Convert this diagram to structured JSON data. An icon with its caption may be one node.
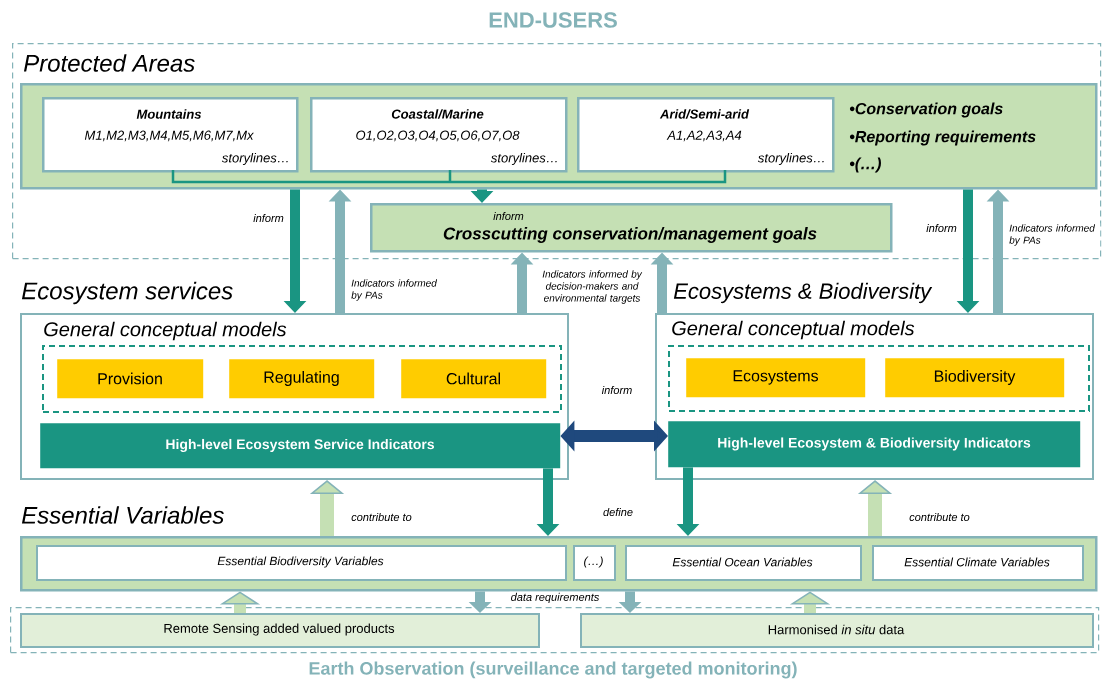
{
  "diagram": {
    "nodes": [
      {
        "text": [
          "END-USERS"
        ]
      },
      {
        "text": [
          "Protected Areas",
          "•Conservation goals",
          "•Reporting requirements",
          "•(…)"
        ],
        "in": 0
      },
      {
        "text": [
          "Mountains",
          "M1,M2,M3,M4,M5,M6,M7,Mx",
          "storylines…"
        ],
        "in": 1
      },
      {
        "text": [
          "Coastal/Marine",
          "O1,O2,O3,O4,O5,O6,O7,O8",
          "storylines…"
        ],
        "in": 1
      },
      {
        "text": [
          "Arid/Semi-arid",
          "A1,A2,A3,A4",
          "storylines…"
        ],
        "in": 1
      },
      {
        "text": [
          "Crosscutting conservation/management goals"
        ],
        "in": 0
      },
      {
        "text": [
          "Ecosystem services"
        ]
      },
      {
        "text": [
          "General conceptual models"
        ],
        "in": 6
      },
      {
        "text": [
          "Provision"
        ],
        "in": 7
      },
      {
        "text": [
          "Regulating"
        ],
        "in": 7
      },
      {
        "text": [
          "Cultural"
        ],
        "in": 7
      },
      {
        "text": [
          "High-level Ecosystem Service Indicators"
        ],
        "in": 6
      },
      {
        "text": [
          "Ecosystems & Biodiversity"
        ]
      },
      {
        "text": [
          "General conceptual models"
        ],
        "in": 12
      },
      {
        "text": [
          "Ecosystems"
        ],
        "in": 13
      },
      {
        "text": [
          "Biodiversity"
        ],
        "in": 13
      },
      {
        "text": [
          "High-level Ecosystem & Biodiversity Indicators"
        ],
        "in": 12
      },
      {
        "text": [
          "Essential Variables"
        ]
      },
      {
        "text": [
          "Essential Biodiversity Variables"
        ],
        "in": 17
      },
      {
        "text": [
          "(…)"
        ],
        "in": 17
      },
      {
        "text": [
          "Essential Ocean Variables"
        ],
        "in": 17
      },
      {
        "text": [
          "Essential Climate Variables"
        ],
        "in": 17
      },
      {
        "text": [
          "Earth Observation (surveillance and targeted monitoring)"
        ]
      },
      {
        "text": [
          "Remote Sensing added valued products"
        ],
        "in": 22
      },
      {
        "text": [
          "Harmonised *in situ* data"
        ],
        "in": 22
      }
    ],
    "edges": [
      {
        "from": 1,
        "to": 6,
        "arrow": "to",
        "label": "inform",
        "color": "#1a9582"
      },
      {
        "from": 6,
        "to": 1,
        "arrow": "to",
        "label": "Indicators informed by PAs"
      },
      {
        "from": 1,
        "to": 5,
        "arrow": "to",
        "label": "inform",
        "color": "#1a9582"
      },
      {
        "from": 6,
        "to": 5,
        "arrow": "to"
      },
      {
        "from": 12,
        "to": 5,
        "arrow": "to",
        "label": "Indicators informed by decision-makers and environmental targets"
      },
      {
        "from": 1,
        "to": 12,
        "arrow": "to",
        "label": "inform",
        "color": "#1a9582"
      },
      {
        "from": 12,
        "to": 1,
        "arrow": "to",
        "label": "Indicators informed by PAs"
      },
      {
        "from": 11,
        "to": 16,
        "arrow": "both",
        "label": "inform",
        "color": "#1f497d"
      },
      {
        "from": 11,
        "to": 17,
        "arrow": "to",
        "color": "#1a9582"
      },
      {
        "from": 16,
        "to": 17,
        "arrow": "to",
        "label": "define",
        "color": "#1a9582"
      },
      {
        "from": 17,
        "to": 6,
        "arrow": "to",
        "label": "contribute to",
        "color": "#c5e0b4"
      },
      {
        "from": 17,
        "to": 12,
        "arrow": "to",
        "label": "contribute to",
        "color": "#c5e0b4"
      },
      {
        "from": 17,
        "to": 23,
        "arrow": "to",
        "label": "data requirements"
      },
      {
        "from": 17,
        "to": 24,
        "arrow": "to"
      },
      {
        "from": 23,
        "to": 17,
        "arrow": "to",
        "color": "#c5e0b4"
      },
      {
        "from": 24,
        "to": 17,
        "arrow": "to",
        "color": "#c5e0b4"
      }
    ]
  }
}
